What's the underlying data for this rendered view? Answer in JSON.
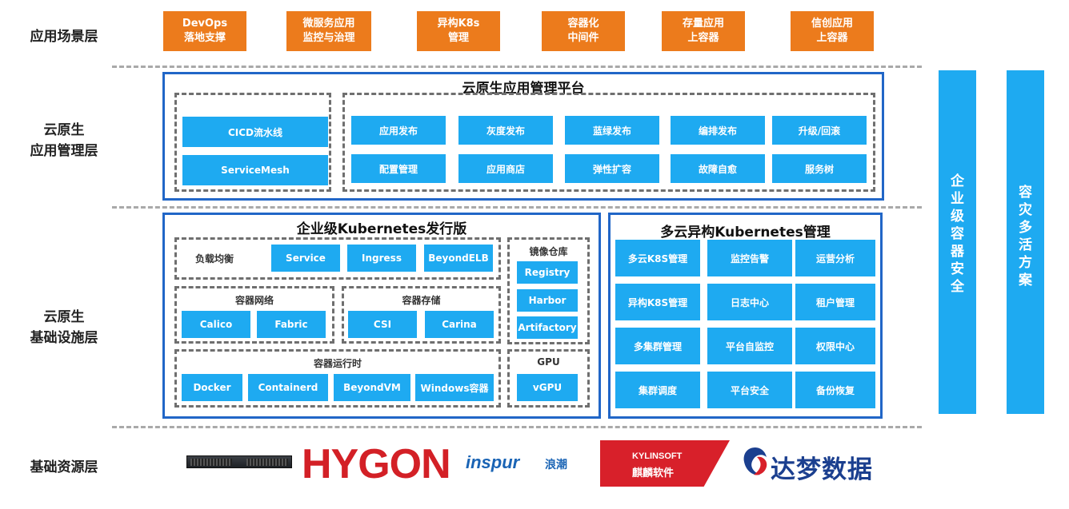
{
  "layers": {
    "scene": "应用场景层",
    "mgmt": "云原生\n应用管理层",
    "infra": "云原生\n基础设施层",
    "resource": "基础资源层"
  },
  "scenarios": [
    "DevOps\n落地支撑",
    "微服务应用\n监控与治理",
    "异构K8s\n管理",
    "容器化\n中间件",
    "存量应用\n上容器",
    "信创应用\n上容器"
  ],
  "app_platform": {
    "title": "云原生应用管理平台",
    "devops_chips": [
      "CICD流水线",
      "ServiceMesh"
    ],
    "release_chips": [
      "应用发布",
      "灰度发布",
      "蓝绿发布",
      "编排发布",
      "升级/回滚",
      "配置管理",
      "应用商店",
      "弹性扩容",
      "故障自愈",
      "服务树"
    ]
  },
  "k8s_dist": {
    "title": "企业级Kubernetes发行版",
    "lb": {
      "label": "负载均衡",
      "chips": [
        "Service",
        "Ingress",
        "BeyondELB"
      ]
    },
    "registry": {
      "label": "镜像仓库",
      "chips": [
        "Registry",
        "Harbor",
        "Artifactory"
      ]
    },
    "network": {
      "label": "容器网络",
      "chips": [
        "Calico",
        "Fabric"
      ]
    },
    "storage": {
      "label": "容器存储",
      "chips": [
        "CSI",
        "Carina"
      ]
    },
    "runtime": {
      "label": "容器运行时",
      "chips": [
        "Docker",
        "Containerd",
        "BeyondVM",
        "Windows容器"
      ]
    },
    "gpu": {
      "label": "GPU",
      "chips": [
        "vGPU"
      ]
    }
  },
  "multicloud": {
    "title": "多云异构Kubernetes管理",
    "chips": [
      "多云K8S管理",
      "监控告警",
      "运营分析",
      "异构K8S管理",
      "日志中心",
      "租户管理",
      "多集群管理",
      "平台自监控",
      "权限中心",
      "集群调度",
      "平台安全",
      "备份恢复"
    ]
  },
  "side_columns": [
    [
      "企",
      "业",
      "级",
      "容",
      "器",
      "安",
      "全"
    ],
    [
      "容",
      "灾",
      "多",
      "活",
      "方",
      "案"
    ]
  ],
  "logos": {
    "hygon": "HYGON",
    "inspur": "inspur",
    "inspur_cn": "浪潮",
    "kylin_en": "KYLINSOFT",
    "kylin_cn": "麒麟软件",
    "dameng": "达梦数据"
  },
  "colors": {
    "orange": "#ec7b1c",
    "chip_blue": "#1eaaf1",
    "panel_border": "#2166c7",
    "hygon_red": "#d32026",
    "kylin_red": "#d8202a",
    "dameng_blue": "#1b3f8f"
  }
}
